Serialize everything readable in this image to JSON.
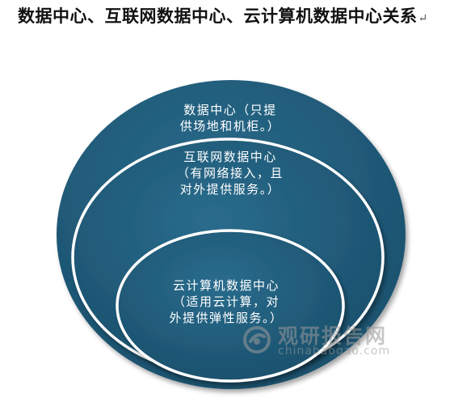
{
  "title": {
    "text": "数据中心、互联网数据中心、云计算机数据中心关系",
    "trailing_mark": "↵"
  },
  "diagram": {
    "fill_color": "#1f5a78",
    "ring_color": "#ffffff",
    "outer": {
      "line1": "数据中心（只提",
      "line2": "供场地和机柜。）"
    },
    "middle": {
      "line1": "互联网数据中心",
      "line2": "（有网络接入，且",
      "line3": "对外提供服务。）"
    },
    "inner": {
      "line1": "云计算机数据中心",
      "line2": "（适用云计算，对",
      "line3": "外提供弹性服务。）"
    }
  },
  "watermark": {
    "name": "观研报告网",
    "url": "chinabaogao.com"
  }
}
